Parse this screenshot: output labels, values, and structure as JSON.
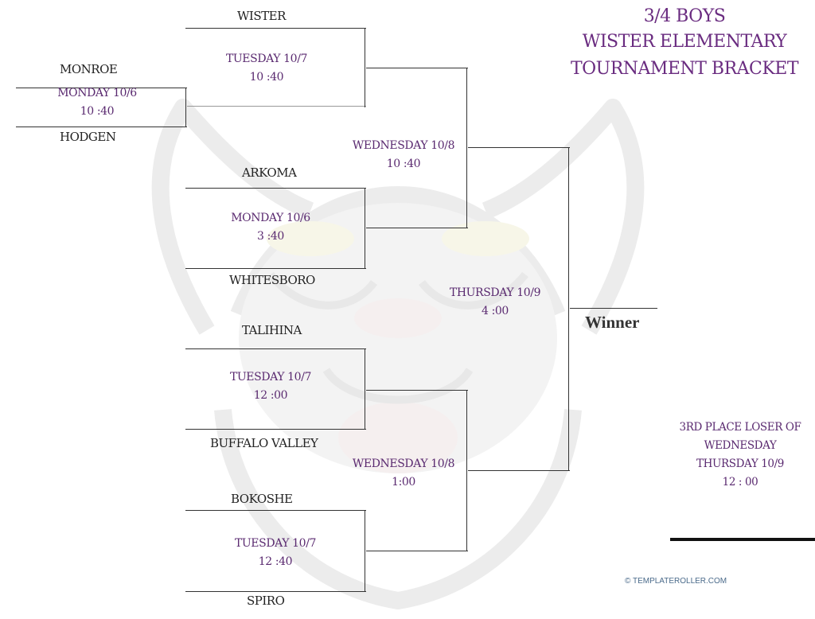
{
  "title": {
    "line1": "3/4 BOYS",
    "line2": "WISTER ELEMENTARY",
    "line3": "TOURNAMENT BRACKET"
  },
  "teams": {
    "wister": "WISTER",
    "monroe": "MONROE",
    "hodgen": "HODGEN",
    "arkoma": "ARKOMA",
    "whitesboro": "WHITESBORO",
    "talihina": "TALIHINA",
    "buffalo_valley": "BUFFALO VALLEY",
    "bokoshe": "BOKOSHE",
    "spiro": "SPIRO"
  },
  "games": {
    "g_monroe_hodgen": {
      "day": "MONDAY 10/6",
      "time": "10 :40"
    },
    "g_wister": {
      "day": "TUESDAY 10/7",
      "time": "10 :40"
    },
    "g_arkoma": {
      "day": "MONDAY 10/6",
      "time": "3 :40"
    },
    "g_semi_top": {
      "day": "WEDNESDAY 10/8",
      "time": "10 :40"
    },
    "g_talihina": {
      "day": "TUESDAY 10/7",
      "time": "12 :00"
    },
    "g_bokoshe": {
      "day": "TUESDAY 10/7",
      "time": "12 :40"
    },
    "g_semi_bottom": {
      "day": "WEDNESDAY 10/8",
      "time": "1:00"
    },
    "g_final": {
      "day": "THURSDAY 10/9",
      "time": "4 :00"
    }
  },
  "winner_label": "Winner",
  "third_place": {
    "line1": "3RD PLACE LOSER OF",
    "line2": "WEDNESDAY",
    "line3": "THURSDAY 10/9",
    "line4": "12 : 00"
  },
  "credit": "© TEMPLATEROLLER.COM",
  "colors": {
    "accent": "#6a2c80",
    "line": "#333333"
  }
}
